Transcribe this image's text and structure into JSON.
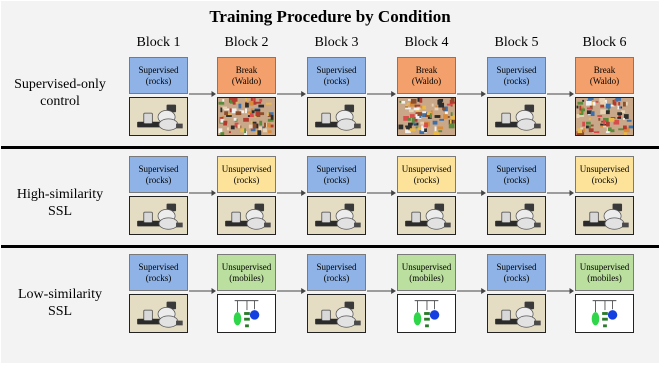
{
  "title": "Training Procedure by Condition",
  "blocks": [
    "Block 1",
    "Block 2",
    "Block 3",
    "Block 4",
    "Block 5",
    "Block 6"
  ],
  "rows": [
    {
      "label": "Supervised-only\ncontrol",
      "cells": [
        {
          "type": "supervised",
          "line1": "Supervised",
          "line2": "(rocks)",
          "image": "rocks"
        },
        {
          "type": "break",
          "line1": "Break",
          "line2": "(Waldo)",
          "image": "waldo"
        },
        {
          "type": "supervised",
          "line1": "Supervised",
          "line2": "(rocks)",
          "image": "rocks"
        },
        {
          "type": "break",
          "line1": "Break",
          "line2": "(Waldo)",
          "image": "waldo"
        },
        {
          "type": "supervised",
          "line1": "Supervised",
          "line2": "(rocks)",
          "image": "rocks"
        },
        {
          "type": "break",
          "line1": "Break",
          "line2": "(Waldo)",
          "image": "waldo"
        }
      ]
    },
    {
      "label": "High-similarity\nSSL",
      "cells": [
        {
          "type": "supervised",
          "line1": "Supervised",
          "line2": "(rocks)",
          "image": "rocks"
        },
        {
          "type": "unsupervised",
          "line1": "Unsupervised",
          "line2": "(rocks)",
          "image": "rocks"
        },
        {
          "type": "supervised",
          "line1": "Supervised",
          "line2": "(rocks)",
          "image": "rocks"
        },
        {
          "type": "unsupervised",
          "line1": "Unsupervised",
          "line2": "(rocks)",
          "image": "rocks"
        },
        {
          "type": "supervised",
          "line1": "Supervised",
          "line2": "(rocks)",
          "image": "rocks"
        },
        {
          "type": "unsupervised",
          "line1": "Unsupervised",
          "line2": "(rocks)",
          "image": "rocks"
        }
      ]
    },
    {
      "label": "Low-similarity\nSSL",
      "cells": [
        {
          "type": "supervised",
          "line1": "Supervised",
          "line2": "(rocks)",
          "image": "rocks"
        },
        {
          "type": "mobiles",
          "line1": "Unsupervised",
          "line2": "(mobiles)",
          "image": "mobile"
        },
        {
          "type": "supervised",
          "line1": "Supervised",
          "line2": "(rocks)",
          "image": "rocks"
        },
        {
          "type": "mobiles",
          "line1": "Unsupervised",
          "line2": "(mobiles)",
          "image": "mobile"
        },
        {
          "type": "supervised",
          "line1": "Supervised",
          "line2": "(rocks)",
          "image": "rocks"
        },
        {
          "type": "mobiles",
          "line1": "Unsupervised",
          "line2": "(mobiles)",
          "image": "mobile"
        }
      ]
    }
  ],
  "colors": {
    "supervised": "#8fb3e6",
    "break": "#f3a06c",
    "unsupervised": "#fde39a",
    "mobiles": "#bbdf9f"
  }
}
